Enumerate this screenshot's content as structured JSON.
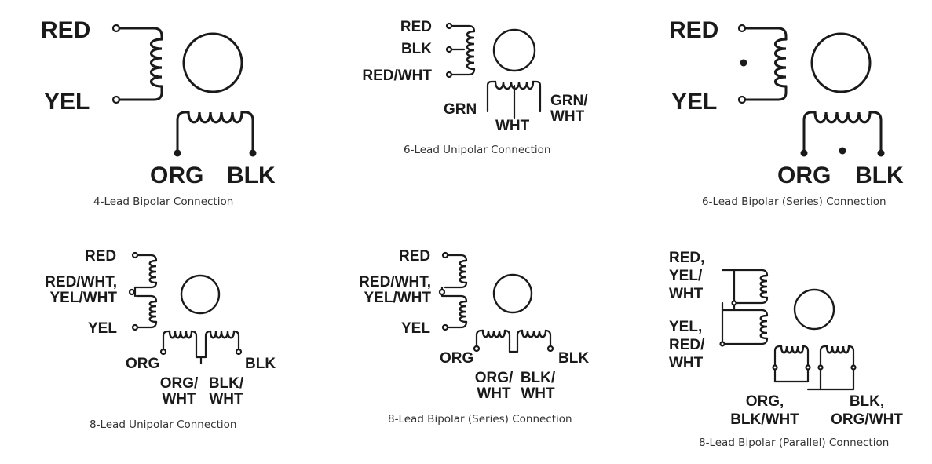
{
  "diagrams": [
    {
      "caption": "4-Lead Bipolar Connection",
      "labels": {
        "red": "RED",
        "yel": "YEL",
        "org": "ORG",
        "blk": "BLK"
      }
    },
    {
      "caption": "6-Lead Unipolar Connection",
      "labels": {
        "red": "RED",
        "blk": "BLK",
        "red_wht": "RED/WHT",
        "grn": "GRN",
        "wht": "WHT",
        "grn_wht": "GRN/\nWHT"
      }
    },
    {
      "caption": "6-Lead Bipolar (Series) Connection",
      "labels": {
        "red": "RED",
        "yel": "YEL",
        "org": "ORG",
        "blk": "BLK"
      }
    },
    {
      "caption": "8-Lead Unipolar Connection",
      "labels": {
        "red": "RED",
        "red_wht_yel_wht": "RED/WHT,\nYEL/WHT",
        "yel": "YEL",
        "org": "ORG",
        "blk": "BLK",
        "org_wht": "ORG/\nWHT",
        "blk_wht": "BLK/\nWHT"
      }
    },
    {
      "caption": "8-Lead Bipolar (Series) Connection",
      "labels": {
        "red": "RED",
        "red_wht_yel_wht": "RED/WHT,\nYEL/WHT",
        "yel": "YEL",
        "org": "ORG",
        "blk": "BLK",
        "org_wht": "ORG/\nWHT",
        "blk_wht": "BLK/\nWHT"
      }
    },
    {
      "caption": "8-Lead Bipolar (Parallel) Connection",
      "labels": {
        "red_yel_wht": "RED,\nYEL/\nWHT",
        "yel_red_wht": "YEL,\nRED/\nWHT",
        "org_blk_wht": "ORG,\nBLK/WHT",
        "blk_org_wht": "BLK,\nORG/WHT"
      }
    }
  ]
}
